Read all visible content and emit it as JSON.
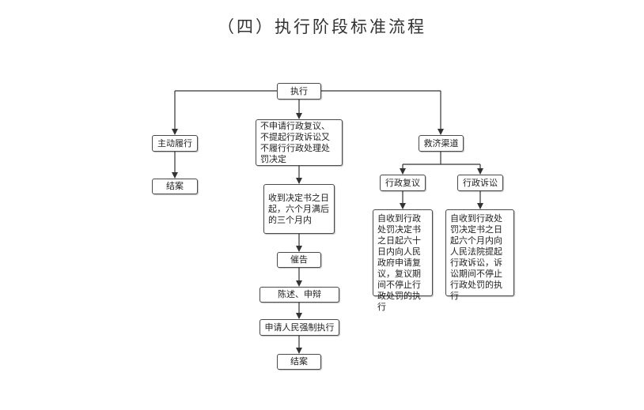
{
  "title": "（四）执行阶段标准流程",
  "nodes": {
    "execute": "执行",
    "voluntary": "主动履行",
    "end_left": "结案",
    "no_appeal": "不申请行政复议、不提起行政诉讼又不履行行政处理处罚决定",
    "three_months": "收到决定书之日起，六个月满后的三个月内",
    "urge": "催告",
    "statement": "陈述、申辩",
    "apply_court": "申请人民强制执行",
    "end_center": "结案",
    "remedy": "救济渠道",
    "admin_review": "行政复议",
    "admin_litigation": "行政诉讼",
    "review_text": "自收到行政处罚决定书之日起六十日内向人民政府申请复议，复议期间不停止行政处罚的执行",
    "litigation_text": "自收到行政处罚决定书之日起六个月内向人民法院提起行政诉讼，诉讼期间不停止行政处罚的执行"
  }
}
